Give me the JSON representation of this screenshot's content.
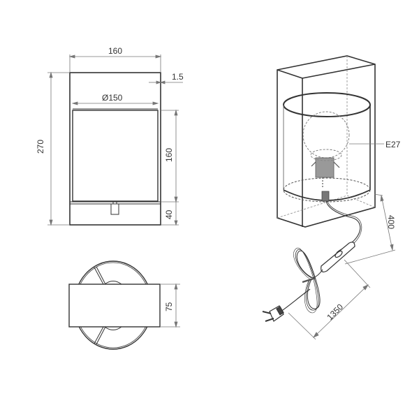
{
  "drawing": {
    "type": "technical-drawing",
    "subject": "wall lamp with cylindrical shade",
    "line_color": "#333333",
    "dim_color": "#777777",
    "background": "#ffffff"
  },
  "front_view": {
    "dimensions": {
      "overall_width": "160",
      "wall_thickness": "1.5",
      "shade_diameter": "Ø150",
      "overall_height": "270",
      "shade_height": "160",
      "base_height": "40"
    }
  },
  "top_view": {
    "dimensions": {
      "depth": "75"
    }
  },
  "iso_view": {
    "labels": {
      "socket": "E27",
      "cable_to_switch": "400",
      "switch_to_plug": "1350"
    }
  }
}
